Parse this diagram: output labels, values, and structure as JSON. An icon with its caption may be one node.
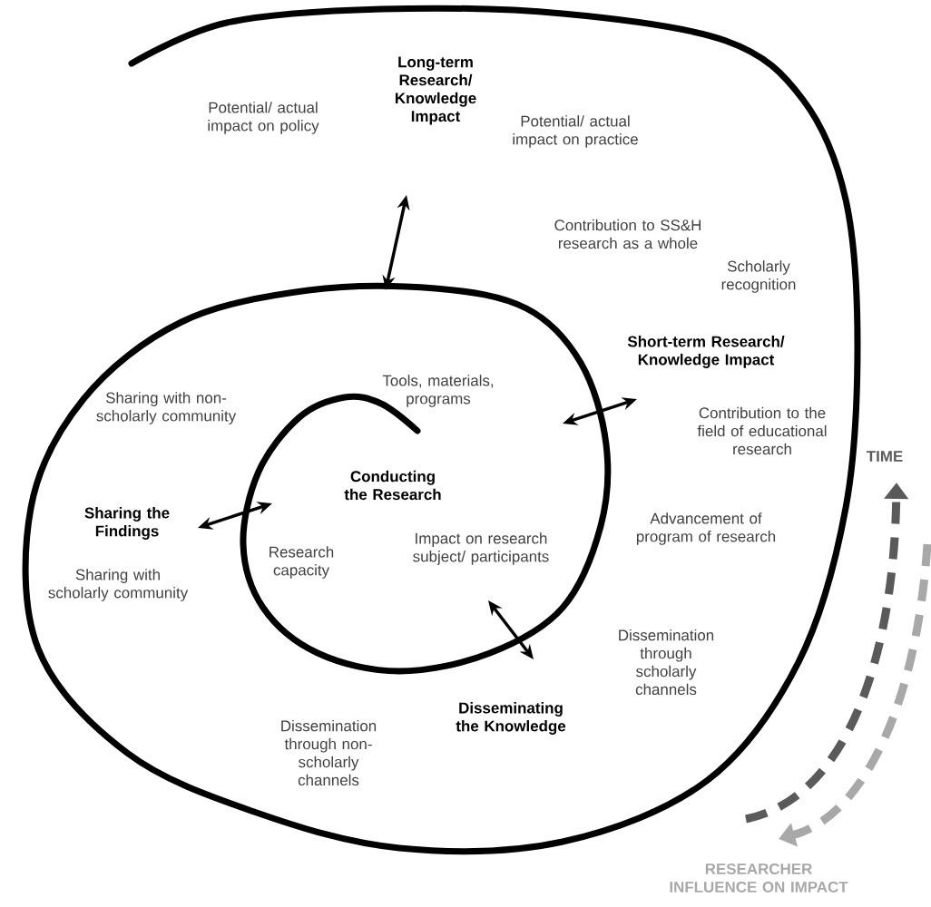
{
  "diagram": {
    "labels": [
      "Long-term Research/ Knowledge Impact",
      "Potential/ actual impact on policy",
      "Potential/ actual impact on practice",
      "Contribution to SS&H research as a whole",
      "Scholarly recognition",
      "Short-term Research/ Knowledge Impact",
      "Tools, materials, programs",
      "Sharing with non-scholarly community",
      "Contribution to the field of educational research",
      "TIME",
      "Conducting the Research",
      "Sharing the Findings",
      "Advancement of program of research",
      "Impact on research subject/ participants",
      "Research capacity",
      "Sharing with scholarly community",
      "Dissemination through scholarly channels",
      "Disseminating the Knowledge",
      "Dissemination through non-scholarly channels",
      "RESEARCHER INFLUENCE ON IMPACT"
    ]
  }
}
